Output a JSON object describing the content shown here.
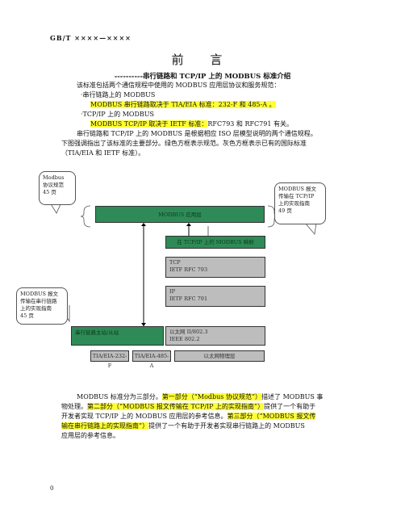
{
  "header": {
    "code": "GB/T ××××—××××"
  },
  "page_title": "前 言",
  "subtitle": "----------串行链路和 TCP/IP 上的 MODBUS 标准介绍",
  "intro": "该标准包括两个通信规程中使用的 MODBUS 应用层协议和服务规范：",
  "bullets": [
    {
      "head": "·串行链路上的 MODBUS",
      "detail": "MODBUS 串行链路取决于 TIA/EIA 标准：232-F 和 485-A 。"
    },
    {
      "head": "·TCP/IP 上的 MODBUS",
      "detail_hl": "MODBUS TCP/IP 取决于 IETF 标准：",
      "detail_rest": "RFC793 和 RFC791 有关。"
    }
  ],
  "para2_lines": [
    "串行链路和 TCP/IP 上的 MODBUS 是根据相应 ISO 层模型说明的两个通信规程。",
    "下图强调指出了该标准的主要部分。绿色方框表示规范。灰色方框表示已有的国际标准",
    "（TIA/EIA 和 IETF 标准）。"
  ],
  "diagram": {
    "callout_left_top": [
      "Modbus",
      "协议规范",
      "45 页"
    ],
    "callout_right_top": [
      "MODBUS 报文",
      "传输在 TCP/IP",
      "上的实现指南",
      "49 页"
    ],
    "callout_left_mid": [
      "MODBUS 报文",
      "传输在串行链路",
      "上的实现指南",
      "45 页"
    ],
    "app_layer": "MODBUS 应用层",
    "tcp_mapping": "在 TCP/IP 上的 MODBUS 映射",
    "tcp_box": [
      "TCP",
      "IETF RFC 793"
    ],
    "ip_box": [
      "IP",
      "IETF RFC 791"
    ],
    "serial_master_slave": "串行链路主站/从站",
    "ethernet_box": [
      "以太网 II/802.3",
      "IEEE 802.2"
    ],
    "tia232": "TIA/EIA-232-F",
    "tia485": "TIA/EIA-485-A",
    "eth_phys": "以太网物理层"
  },
  "para3": {
    "l1_a": "MODBUS 标准分为三部分。",
    "l1_b": "第一部分（“Modbus 协议规范”）",
    "l1_c": "描述了 MODBUS 事",
    "l2_a": "物处理。",
    "l2_b": "第二部分（“MODBUS 报文传输在 TCP/IP 上的实现指南”）",
    "l2_c": "提供了一个有助于",
    "l3_a": "开发者实现 TCP/IP 上的 MODBUS 应用层的参考信息。",
    "l3_b": "第三部分（“MODBUS 报文传",
    "l4_a": "输在串行链路上的实现指南”）",
    "l4_b": "提供了一个有助于开发者实现串行链路上的 MODBUS",
    "l5": "应用层的参考信息。"
  },
  "footer": {
    "page_number": "0"
  },
  "colors": {
    "highlight": "#ffff33",
    "green": "#2e8b57",
    "gray": "#bdbdbd"
  }
}
